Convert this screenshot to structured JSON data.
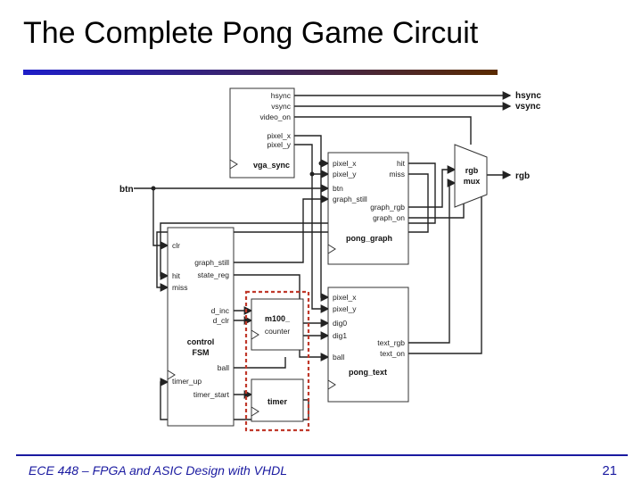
{
  "slide": {
    "title": "The Complete Pong Game Circuit",
    "footer": "ECE 448 – FPGA and ASIC Design with VHDL",
    "page_number": "21",
    "colors": {
      "title_bar_start": "#1e1ec8",
      "title_bar_end": "#5a2a00",
      "footer": "#1a1aa0",
      "highlight_box": "#c0392b"
    }
  },
  "diagram": {
    "inputs": {
      "btn": "btn"
    },
    "outputs": {
      "hsync": "hsync",
      "vsync": "vsync",
      "rgb": "rgb"
    },
    "vga_sync": {
      "name": "vga_sync",
      "ports": [
        "hsync",
        "vsync",
        "video_on",
        "pixel_x",
        "pixel_y"
      ]
    },
    "pong_graph": {
      "name": "pong_graph",
      "inputs": [
        "pixel_x",
        "pixel_y",
        "btn",
        "graph_still"
      ],
      "outputs": [
        "hit",
        "miss",
        "graph_rgb",
        "graph_on"
      ]
    },
    "rgb_mux": {
      "name": "rgb",
      "name2": "mux"
    },
    "control_fsm": {
      "name": "control",
      "name2": "FSM",
      "ports": [
        "clr",
        "graph_still",
        "hit",
        "state_reg",
        "miss",
        "d_inc",
        "d_clr",
        "ball",
        "timer_up",
        "timer_start"
      ]
    },
    "m100_counter": {
      "name": "m100_",
      "name2": "counter"
    },
    "timer": {
      "name": "timer"
    },
    "pong_text": {
      "name": "pong_text",
      "inputs": [
        "pixel_x",
        "pixel_y",
        "dig0",
        "dig1",
        "ball"
      ],
      "outputs": [
        "text_rgb",
        "text_on"
      ]
    }
  }
}
